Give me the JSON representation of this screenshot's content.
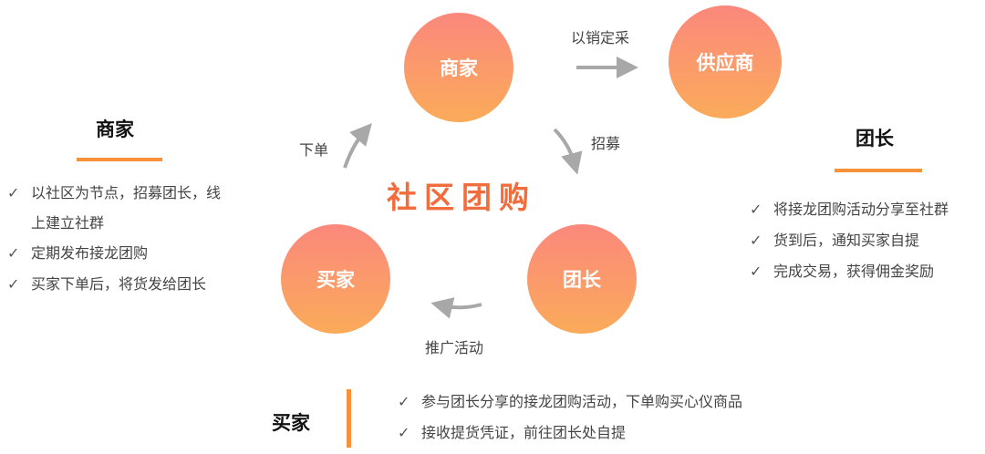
{
  "title": "社区团购",
  "nodes": {
    "merchant": "商家",
    "supplier": "供应商",
    "buyer": "买家",
    "leader": "团长"
  },
  "edges": {
    "merchant_supplier": "以销定采",
    "merchant_leader": "招募",
    "leader_buyer": "推广活动",
    "buyer_merchant": "下单"
  },
  "merchant_panel": {
    "heading": "商家",
    "items": [
      "以社区为节点，招募团长，线",
      "上建立社群",
      "定期发布接龙团购",
      "买家下单后，将货发给团长"
    ]
  },
  "leader_panel": {
    "heading": "团长",
    "items": [
      "将接龙团购活动分享至社群",
      "货到后，通知买家自提",
      "完成交易，获得佣金奖励"
    ]
  },
  "buyer_panel": {
    "heading": "买家",
    "items": [
      "参与团长分享的接龙团购活动，下单购买心仪商品",
      "接收提货凭证，前往团长处自提"
    ]
  },
  "check": "✓"
}
